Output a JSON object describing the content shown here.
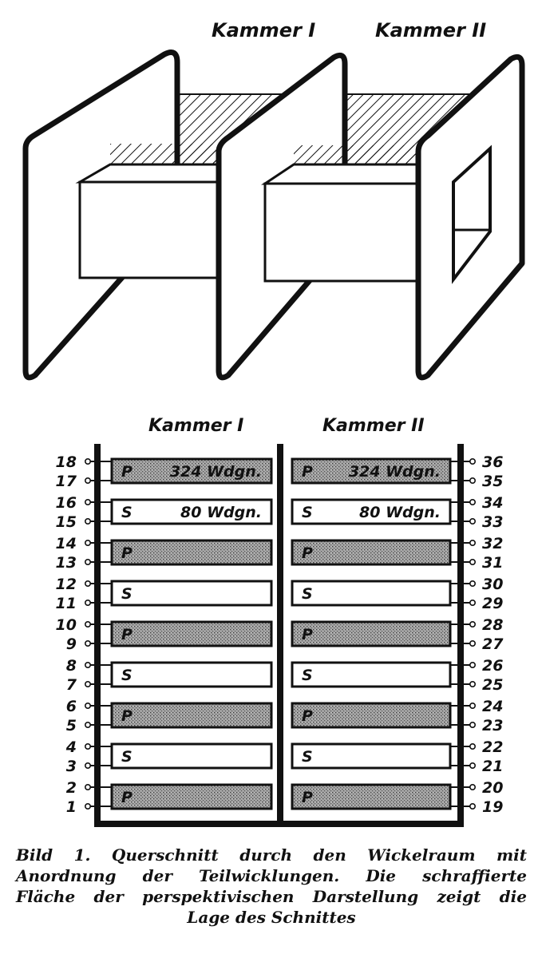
{
  "top_view": {
    "chamber_labels": [
      "Kammer I",
      "Kammer II"
    ]
  },
  "cross_section": {
    "chamber_labels": [
      "Kammer I",
      "Kammer II"
    ],
    "rows": [
      {
        "type": "P",
        "label": "P",
        "turns": "324 Wdgn.",
        "left_pins": [
          "18",
          "17"
        ],
        "right_pins": [
          "36",
          "35"
        ]
      },
      {
        "type": "S",
        "label": "S",
        "turns": "80 Wdgn.",
        "left_pins": [
          "16",
          "15"
        ],
        "right_pins": [
          "34",
          "33"
        ]
      },
      {
        "type": "P",
        "label": "P",
        "turns": "",
        "left_pins": [
          "14",
          "13"
        ],
        "right_pins": [
          "32",
          "31"
        ]
      },
      {
        "type": "S",
        "label": "S",
        "turns": "",
        "left_pins": [
          "12",
          "11"
        ],
        "right_pins": [
          "30",
          "29"
        ]
      },
      {
        "type": "P",
        "label": "P",
        "turns": "",
        "left_pins": [
          "10",
          "9"
        ],
        "right_pins": [
          "28",
          "27"
        ]
      },
      {
        "type": "S",
        "label": "S",
        "turns": "",
        "left_pins": [
          "8",
          "7"
        ],
        "right_pins": [
          "26",
          "25"
        ]
      },
      {
        "type": "P",
        "label": "P",
        "turns": "",
        "left_pins": [
          "6",
          "5"
        ],
        "right_pins": [
          "24",
          "23"
        ]
      },
      {
        "type": "S",
        "label": "S",
        "turns": "",
        "left_pins": [
          "4",
          "3"
        ],
        "right_pins": [
          "22",
          "21"
        ]
      },
      {
        "type": "P",
        "label": "P",
        "turns": "",
        "left_pins": [
          "2",
          "1"
        ],
        "right_pins": [
          "20",
          "19"
        ]
      }
    ]
  },
  "caption": {
    "line1": "Bild 1. Querschnitt durch den Wickelraum mit",
    "line2": "Anordnung der Teilwicklungen. Die schraffierte",
    "line3": "Fläche der perspektivischen Darstellung zeigt die",
    "line4": "Lage des Schnittes"
  },
  "colors": {
    "ink": "#111111",
    "stipple": "#9a9a9a"
  }
}
